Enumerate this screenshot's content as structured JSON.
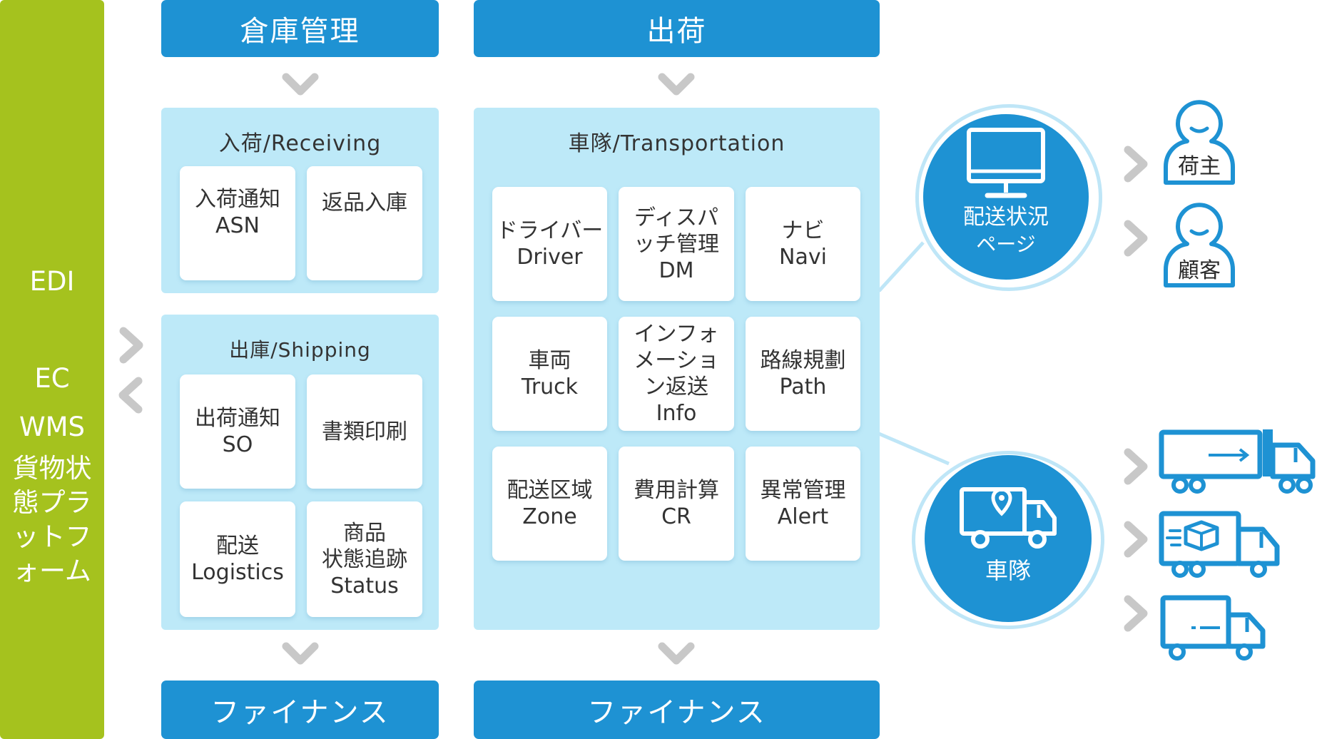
{
  "left_bar": {
    "labels": [
      "EDI",
      "EC",
      "WMS",
      "貨物状",
      "態プラ",
      "ットフ",
      "ォーム"
    ]
  },
  "warehouse": {
    "header": "倉庫管理",
    "receiving": {
      "title": "入荷/Receiving",
      "cards": [
        {
          "lines": [
            "入荷通知",
            "ASN"
          ]
        },
        {
          "lines": [
            "返品入庫"
          ]
        }
      ]
    },
    "shipping": {
      "title": "出庫/Shipping",
      "cards": [
        {
          "lines": [
            "出荷通知",
            "SO"
          ]
        },
        {
          "lines": [
            "書類印刷"
          ]
        },
        {
          "lines": [
            "配送",
            "Logistics"
          ]
        },
        {
          "lines": [
            "商品",
            "状態追跡",
            "Status"
          ]
        }
      ]
    },
    "footer": "ファイナンス"
  },
  "shipment": {
    "header": "出荷",
    "transport": {
      "title": "車隊/Transportation",
      "cards": [
        {
          "lines": [
            "ドライバー",
            "Driver"
          ]
        },
        {
          "lines": [
            "ディスパ",
            "ッチ管理",
            "DM"
          ]
        },
        {
          "lines": [
            "ナビ",
            "Navi"
          ]
        },
        {
          "lines": [
            "車両",
            "Truck"
          ]
        },
        {
          "lines": [
            "インフォ",
            "メーショ",
            "ン返送",
            "Info"
          ]
        },
        {
          "lines": [
            "路線規劃",
            "Path"
          ]
        },
        {
          "lines": [
            "配送区域",
            "Zone"
          ]
        },
        {
          "lines": [
            "費用計算",
            "CR"
          ]
        },
        {
          "lines": [
            "異常管理",
            "Alert"
          ]
        }
      ]
    },
    "footer": "ファイナンス"
  },
  "status_page": {
    "line1": "配送状況",
    "line2": "ページ",
    "icon": "monitor-icon"
  },
  "fleet": {
    "label": "車隊",
    "icon": "truck-location-icon"
  },
  "people": [
    {
      "label": "荷主",
      "icon": "person-icon"
    },
    {
      "label": "顧客",
      "icon": "person-icon"
    }
  ],
  "trucks": [
    {
      "icon": "semi-truck-icon"
    },
    {
      "icon": "delivery-truck-icon"
    },
    {
      "icon": "small-truck-icon"
    }
  ],
  "colors": {
    "green": "#a5c21e",
    "blue": "#1e92d3",
    "light_blue": "#bde9f8",
    "ring": "#bfe6f7",
    "chevron": "#c8c8c8"
  }
}
